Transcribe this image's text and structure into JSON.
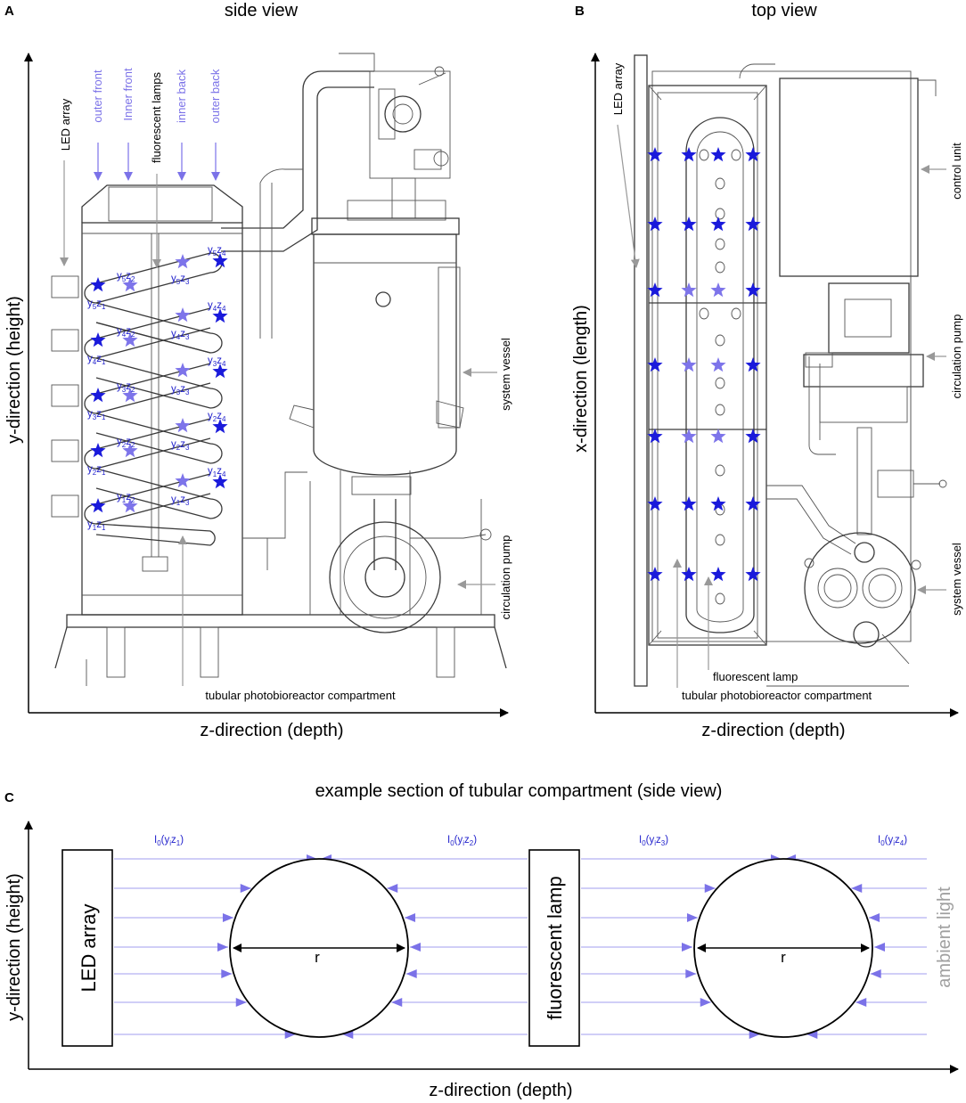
{
  "panels": {
    "a": {
      "letter": "A",
      "title": "side view",
      "x_axis_label": "z-direction (depth)",
      "y_axis_label": "y-direction (height)",
      "callouts": {
        "led_array": "LED array",
        "outer_front": "outer front",
        "inner_front": "Inner front",
        "fluorescent_lamps": "fluorescent lamps",
        "inner_back": "inner back",
        "outer_back": "outer back",
        "system_vessel": "system vessel",
        "circulation_pump": "circulation pump",
        "tubular_compartment": "tubular photobioreactor compartment"
      },
      "positions": [
        {
          "y": "5",
          "z": "4"
        },
        {
          "y": "5",
          "z": "3"
        },
        {
          "y": "5",
          "z": "2"
        },
        {
          "y": "5",
          "z": "1"
        },
        {
          "y": "4",
          "z": "4"
        },
        {
          "y": "4",
          "z": "3"
        },
        {
          "y": "4",
          "z": "2"
        },
        {
          "y": "4",
          "z": "1"
        },
        {
          "y": "3",
          "z": "4"
        },
        {
          "y": "3",
          "z": "3"
        },
        {
          "y": "3",
          "z": "2"
        },
        {
          "y": "3",
          "z": "1"
        },
        {
          "y": "2",
          "z": "4"
        },
        {
          "y": "2",
          "z": "3"
        },
        {
          "y": "2",
          "z": "2"
        },
        {
          "y": "2",
          "z": "1"
        },
        {
          "y": "1",
          "z": "4"
        },
        {
          "y": "1",
          "z": "3"
        },
        {
          "y": "1",
          "z": "2"
        },
        {
          "y": "1",
          "z": "1"
        }
      ]
    },
    "b": {
      "letter": "B",
      "title": "top view",
      "x_axis_label": "z-direction (depth)",
      "y_axis_label": "x-direction (length)",
      "callouts": {
        "led_array": "LED array",
        "control_unit": "control unit",
        "circulation_pump": "circulation pump",
        "system_vessel": "system vessel",
        "fluorescent_lamp": "fluorescent lamp",
        "tubular_compartment": "tubular photobioreactor compartment"
      }
    },
    "c": {
      "letter": "C",
      "title": "example section of tubular compartment (side view)",
      "x_axis_label": "z-direction (depth)",
      "y_axis_label": "y-direction (height)",
      "led_box_label": "LED array",
      "lamp_box_label": "fluorescent lamp",
      "ambient_label": "ambient light",
      "radius_label": "r",
      "intensity_labels": [
        {
          "base": "I",
          "sub0": "0",
          "mid": "(y",
          "sub1": "i",
          "z": "z",
          "sub2": "1",
          "end": ")"
        },
        {
          "base": "I",
          "sub0": "0",
          "mid": "(y",
          "sub1": "i",
          "z": "z",
          "sub2": "2",
          "end": ")"
        },
        {
          "base": "I",
          "sub0": "0",
          "mid": "(y",
          "sub1": "i",
          "z": "z",
          "sub2": "3",
          "end": ")"
        },
        {
          "base": "I",
          "sub0": "0",
          "mid": "(y",
          "sub1": "i",
          "z": "z",
          "sub2": "4",
          "end": ")"
        }
      ]
    }
  },
  "colors": {
    "star_dark": "#1a1adb",
    "star_light": "#7d74ea",
    "arrow_blue": "#7b72e8",
    "ray_blue": "#b4b0f2",
    "callout_grey": "#999999",
    "ambient_grey": "#a0a0a0"
  }
}
